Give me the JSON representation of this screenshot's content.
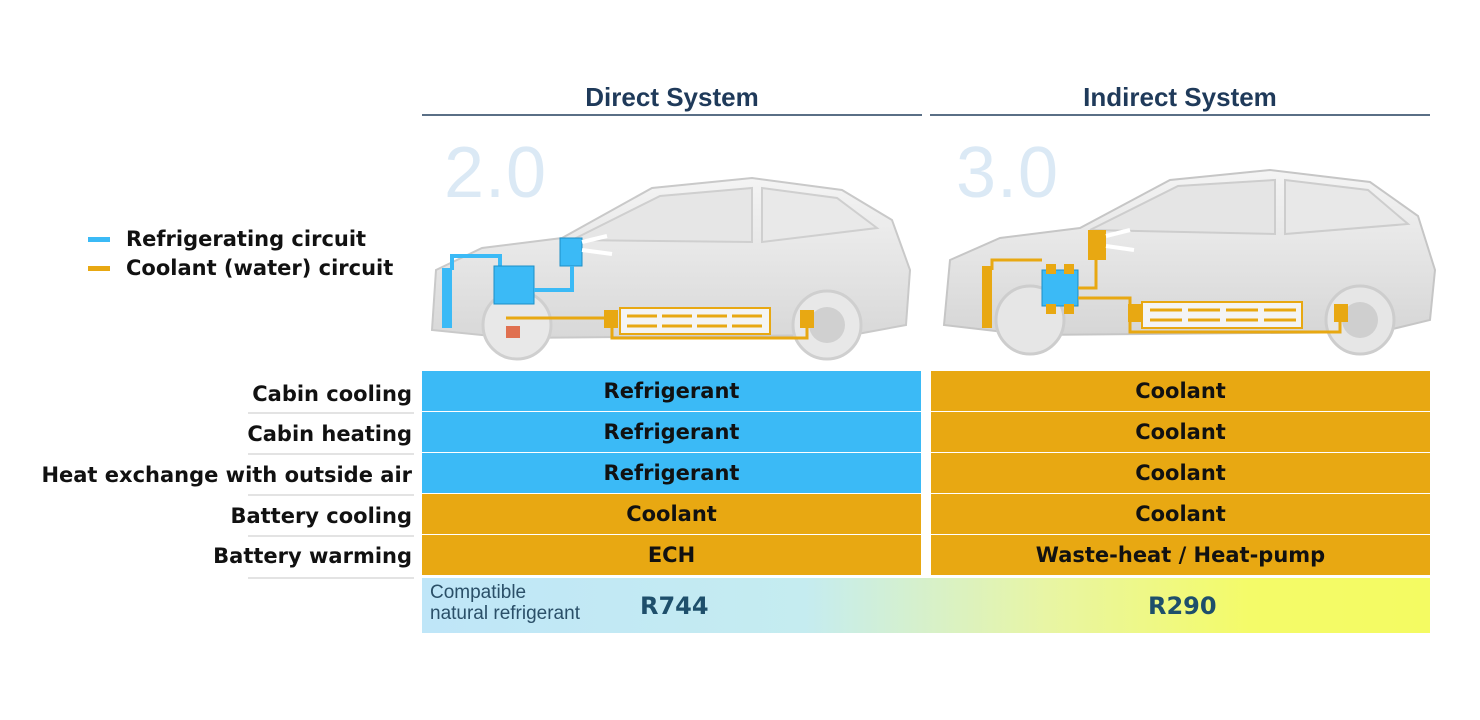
{
  "columns": [
    {
      "title": "Direct System",
      "version": "2.0"
    },
    {
      "title": "Indirect System",
      "version": "3.0"
    }
  ],
  "legend": [
    {
      "label": "Refrigerating circuit",
      "color": "#3bbaf6"
    },
    {
      "label": "Coolant (water) circuit",
      "color": "#e8a812"
    }
  ],
  "rows": [
    {
      "label": "Cabin cooling",
      "direct": "Refrigerant",
      "indirect": "Coolant"
    },
    {
      "label": "Cabin heating",
      "direct": "Refrigerant",
      "indirect": "Coolant"
    },
    {
      "label": "Heat exchange with outside air",
      "direct": "Refrigerant",
      "indirect": "Coolant"
    },
    {
      "label": "Battery cooling",
      "direct": "Coolant",
      "indirect": "Coolant"
    },
    {
      "label": "Battery warming",
      "direct": "ECH",
      "indirect": "Waste-heat / Heat-pump"
    }
  ],
  "refrigerant": {
    "label_line1": "Compatible",
    "label_line2": "natural refrigerant",
    "direct": "R744",
    "indirect": "R290"
  },
  "colors": {
    "refrigerant": "#3bbaf6",
    "coolant": "#e8a812",
    "heading": "#1f3a5a"
  }
}
